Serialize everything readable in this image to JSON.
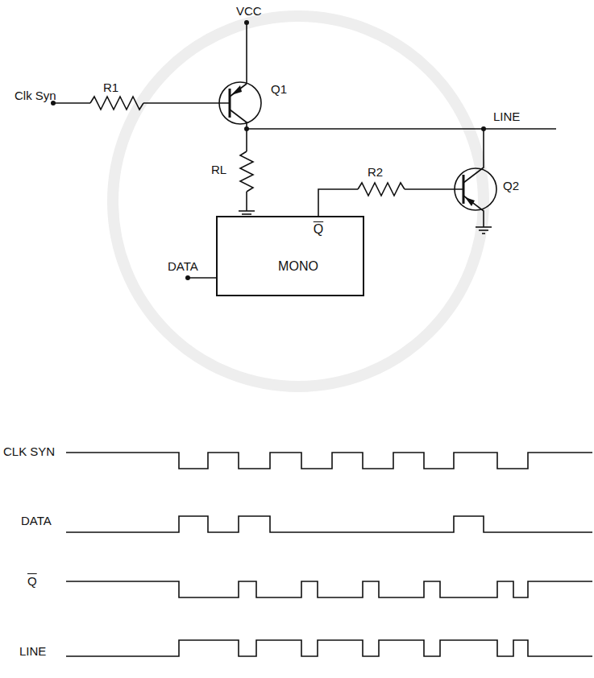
{
  "diagram": {
    "nodes": [
      {
        "text": [
          "Q",
          "MONO"
        ]
      }
    ],
    "labels": [
      "VCC",
      "Clk Syn",
      "R1",
      "Q1",
      "LINE",
      "RL",
      "R2",
      "Q2",
      "DATA",
      "CLK SYN",
      "DATA",
      "Q",
      "LINE"
    ]
  }
}
